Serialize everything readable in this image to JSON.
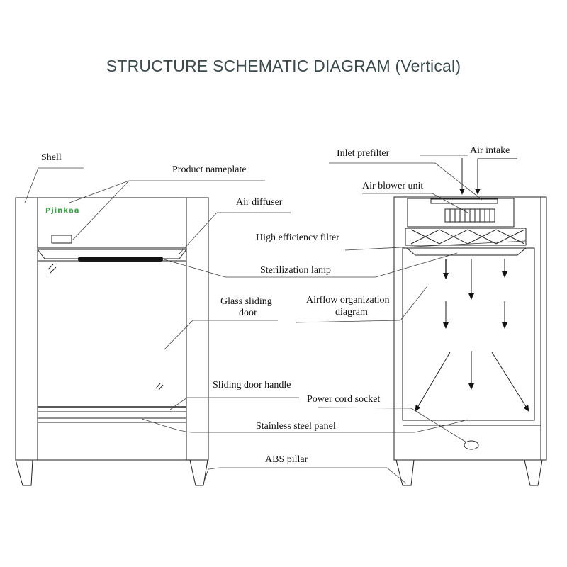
{
  "title": "STRUCTURE SCHEMATIC DIAGRAM (Vertical)",
  "logo_text": "Pjinkaa",
  "labels": {
    "shell": "Shell",
    "product_nameplate": "Product nameplate",
    "air_diffuser": "Air diffuser",
    "sterilization_lamp": "Sterilization lamp",
    "glass_door_1": "Glass sliding",
    "glass_door_2": "door",
    "sliding_door_handle": "Sliding door handle",
    "stainless_steel_panel": "Stainless steel panel",
    "abs_pillar": "ABS pillar",
    "inlet_prefilter": "Inlet prefilter",
    "air_intake": "Air intake",
    "air_blower_unit": "Air blower unit",
    "hepa_filter": "High efficiency filter",
    "airflow_1": "Airflow organization",
    "airflow_2": "diagram",
    "power_cord_socket": "Power cord socket"
  },
  "colors": {
    "title": "#3b4a4c",
    "logo": "#3aa04a",
    "line": "#222222"
  }
}
